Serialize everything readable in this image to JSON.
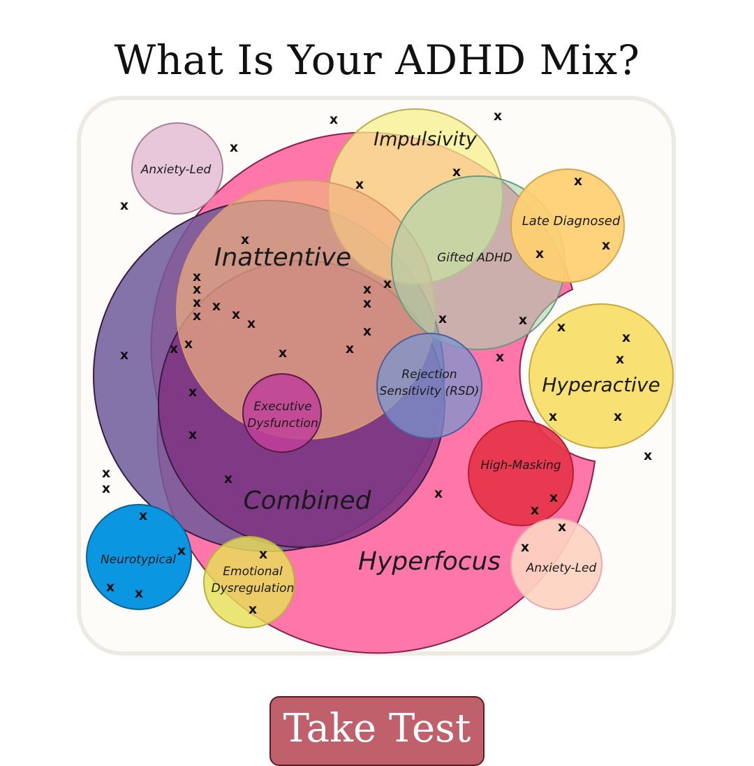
{
  "title": "What Is Your ADHD Mix?",
  "cta_label": "Take Test",
  "marker_glyph": "x",
  "circles": [
    {
      "id": "anxiety-led-top",
      "label": "Anxiety-Led"
    },
    {
      "id": "impulsivity",
      "label": "Impulsivity"
    },
    {
      "id": "late-diagnosed",
      "label": "Late Diagnosed"
    },
    {
      "id": "gifted-adhd",
      "label": "Gifted ADHD"
    },
    {
      "id": "inattentive",
      "label": "Inattentive"
    },
    {
      "id": "combined",
      "label": "Combined"
    },
    {
      "id": "hyperfocus",
      "label": "Hyperfocus"
    },
    {
      "id": "hyperactive",
      "label": "Hyperactive"
    },
    {
      "id": "executive-dysfunction",
      "label": [
        "Executive",
        "Dysfunction"
      ]
    },
    {
      "id": "rejection-sensitivity",
      "label": [
        "Rejection",
        "Sensitivity (RSD)"
      ]
    },
    {
      "id": "high-masking",
      "label": "High-Masking"
    },
    {
      "id": "neurotypical",
      "label": "Neurotypical"
    },
    {
      "id": "emotional-dysregulation",
      "label": [
        "Emotional",
        "Dysregulation"
      ]
    },
    {
      "id": "anxiety-led-bottom",
      "label": "Anxiety-Led"
    }
  ],
  "colors": {
    "panel_bg": "#fdfcf8",
    "panel_border": "#eceae3",
    "hyperfocus": "#ff77a8",
    "combined_outer": "#6f5a9a",
    "combined_inner": "#7f3583",
    "inattentive": "#f2b080",
    "impulsivity": "#f7f08e",
    "gifted_adhd": "#a9d6b0",
    "late_diagnosed": "#ffcf70",
    "hyperactive": "#f8e172",
    "anxiety_led_top": "#e9c7da",
    "executive_dysfunction": "#c0409a",
    "rejection_sensitivity": "#7b95cf",
    "high_masking": "#e63449",
    "neurotypical": "#0b96e2",
    "emotional_dysregulation": "#e7df58",
    "anxiety_led_bottom": "#fdd2c1",
    "cta_bg": "#c0606a"
  }
}
